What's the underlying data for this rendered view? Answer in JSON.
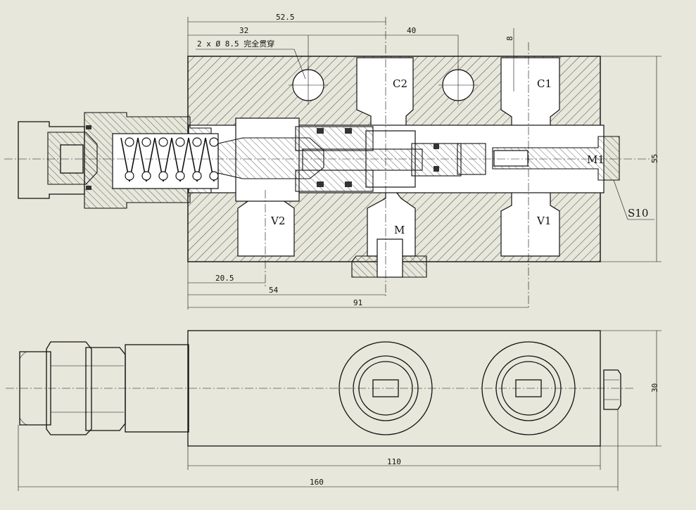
{
  "drawing": {
    "top_dims": {
      "d_52_5": "52.5",
      "d_32": "32",
      "d_40": "40",
      "d_8": "8"
    },
    "bottom_dims": {
      "d_20_5": "20.5",
      "d_54": "54",
      "d_91": "91"
    },
    "side_dims": {
      "d_55": "55",
      "d_30": "30"
    },
    "lower_dims": {
      "d_110": "110",
      "d_160": "160"
    },
    "note": "2 x Ø 8.5 完全贯穿",
    "ports": {
      "c2": "C2",
      "c1": "C1",
      "v2": "V2",
      "v1": "V1",
      "m": "M",
      "m1": "M1"
    },
    "callout": "S10"
  }
}
